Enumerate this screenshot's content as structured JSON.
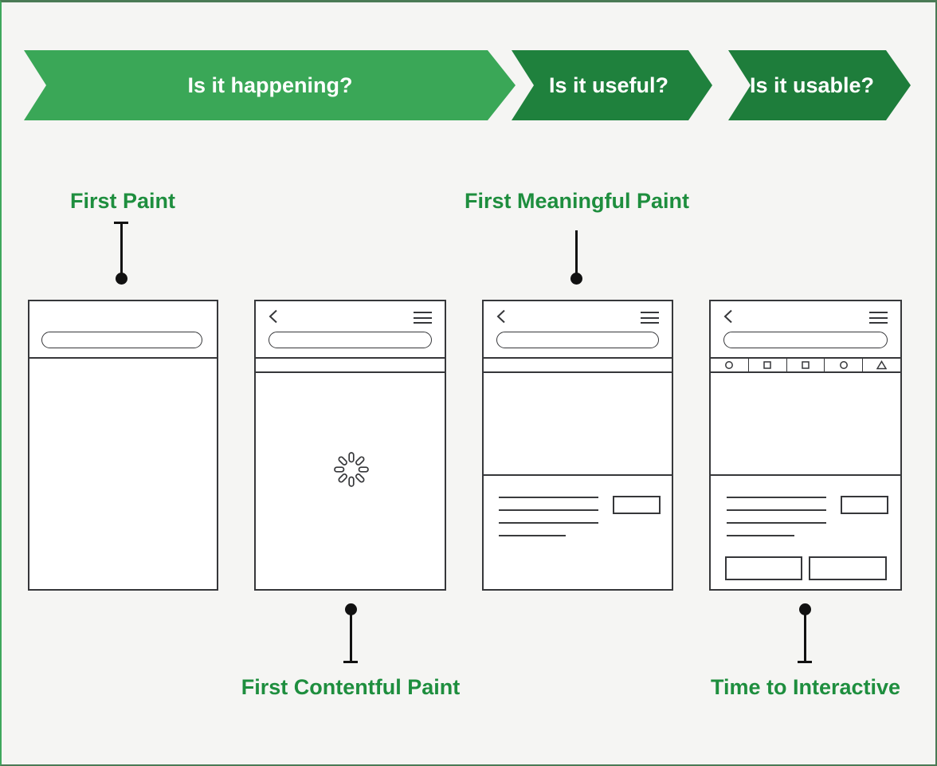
{
  "banner": {
    "stages": [
      {
        "label": "Is it happening?",
        "color": "#3aa757"
      },
      {
        "label": "Is it useful?",
        "color": "#1f813d"
      },
      {
        "label": "Is it usable?",
        "color": "#1e7d3b"
      }
    ]
  },
  "metrics": {
    "first_paint": {
      "label": "First Paint"
    },
    "first_contentful_paint": {
      "label": "First Contentful Paint"
    },
    "first_meaningful_paint": {
      "label": "First Meaningful Paint"
    },
    "time_to_interactive": {
      "label": "Time to Interactive"
    }
  },
  "phones": [
    {
      "name": "first-paint-frame",
      "elements": [
        "search-pill"
      ]
    },
    {
      "name": "first-contentful-paint-frame",
      "elements": [
        "back-icon",
        "menu-icon",
        "search-pill",
        "spinner-icon"
      ]
    },
    {
      "name": "first-meaningful-paint-frame",
      "elements": [
        "back-icon",
        "menu-icon",
        "search-pill",
        "text-lines",
        "button"
      ]
    },
    {
      "name": "time-to-interactive-frame",
      "elements": [
        "back-icon",
        "menu-icon",
        "search-pill",
        "toolbar-icons-circle-square-square-circle-triangle",
        "text-lines",
        "button",
        "bottom-buttons"
      ]
    }
  ],
  "colors": {
    "background": "#f5f5f3",
    "border_green_dark": "#4a7a55",
    "border_green_light": "#3fa75c",
    "label_green": "#1e8e3e",
    "outline_dark": "#36373a",
    "connector_black": "#111111"
  }
}
